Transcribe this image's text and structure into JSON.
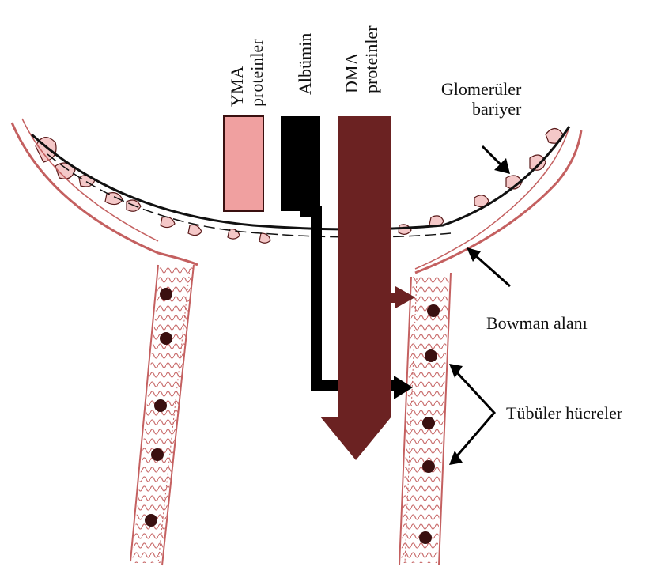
{
  "column_labels": {
    "yma": [
      "YMA",
      "proteinler"
    ],
    "albumin": [
      "Albümin"
    ],
    "dma": [
      "DMA",
      "proteinler"
    ]
  },
  "callouts": {
    "glomerular_barrier": [
      "Glomerüler",
      "bariyer"
    ],
    "bowman_space": "Bowman alanı",
    "tubular_cells": "Tübüler hücreler"
  },
  "colors": {
    "yma": "#f0a0a0",
    "albumin": "#000000",
    "dma": "#6b2222",
    "tissue": "#c46060",
    "tissue_dark": "#3a1010"
  }
}
